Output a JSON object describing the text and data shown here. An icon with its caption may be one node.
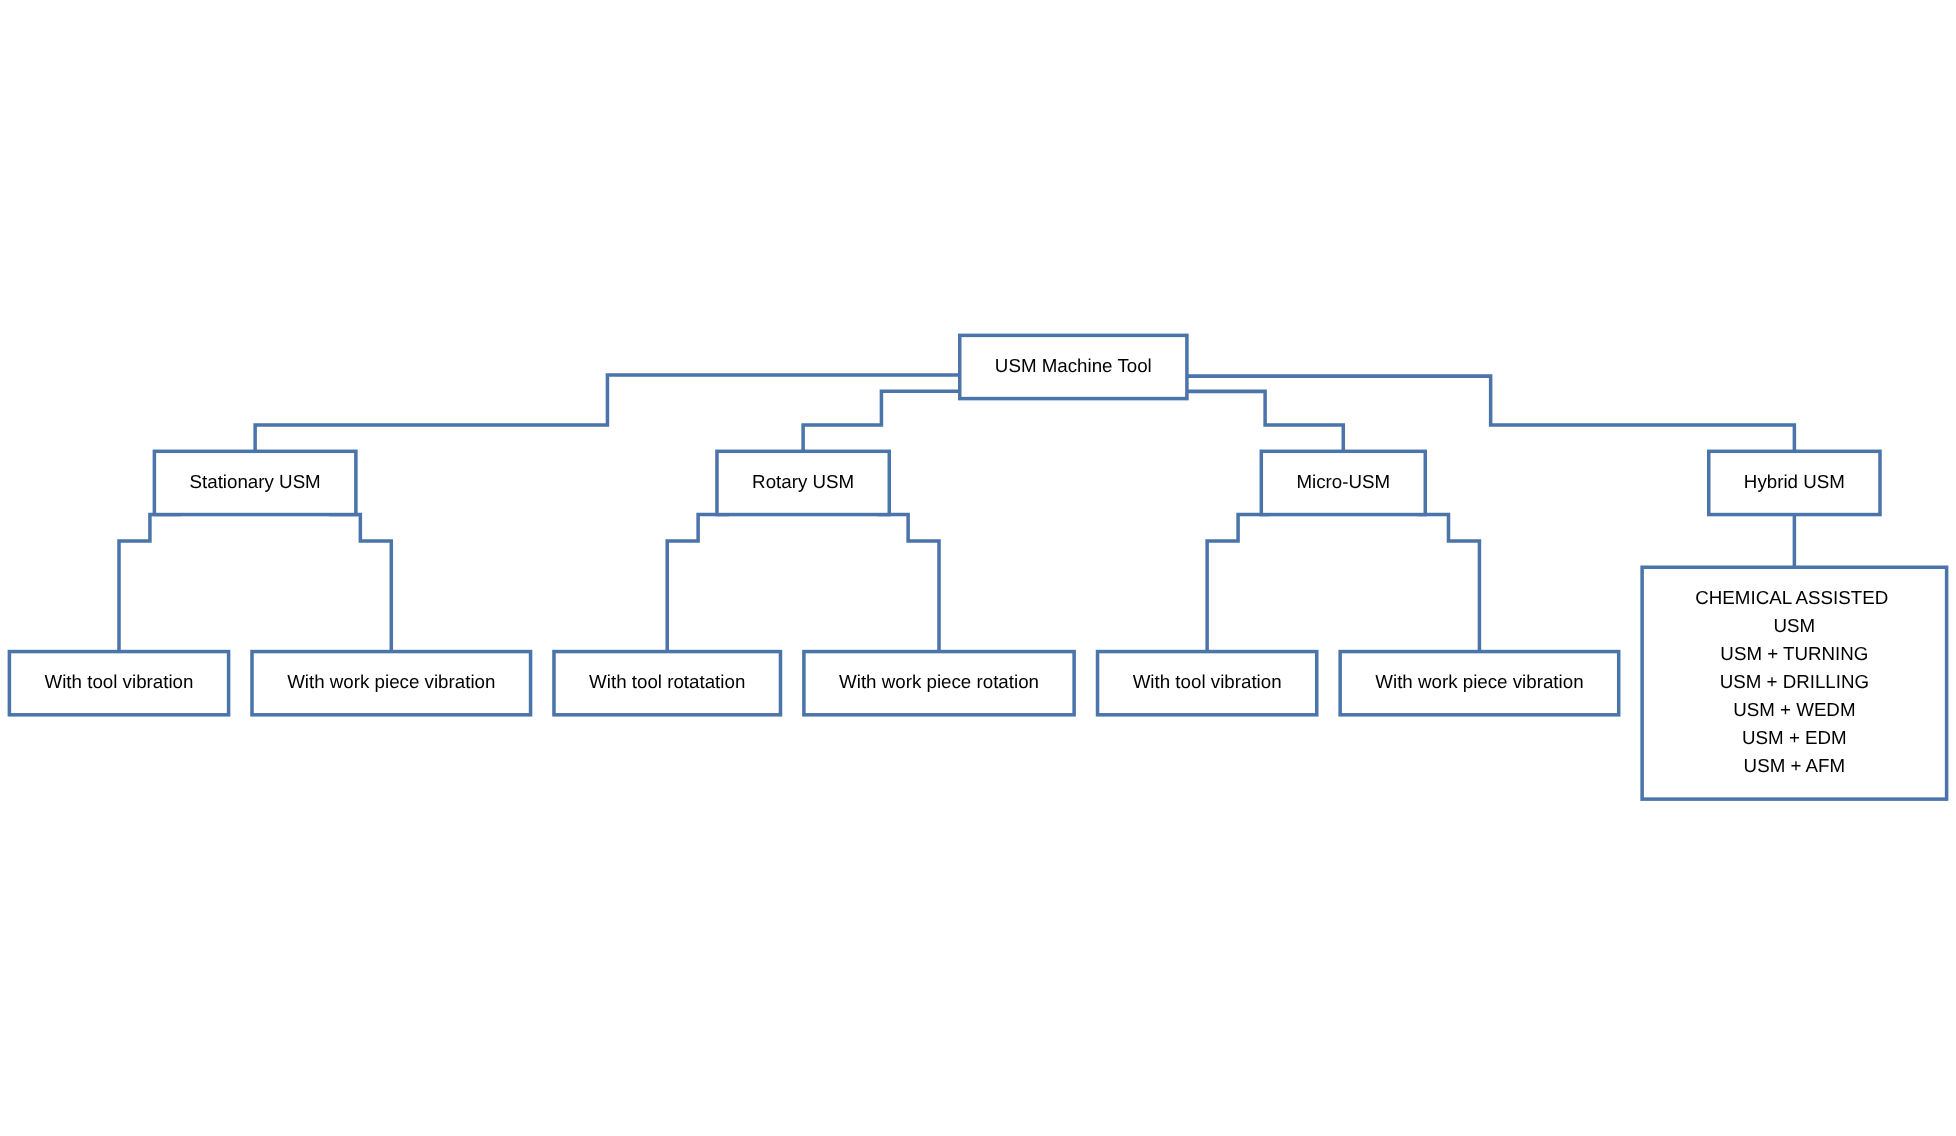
{
  "diagram": {
    "nodes": [
      {
        "text": [
          "USM Machine Tool"
        ]
      },
      {
        "text": [
          "Stationary USM"
        ]
      },
      {
        "text": [
          "Rotary USM"
        ]
      },
      {
        "text": [
          "Micro-USM"
        ]
      },
      {
        "text": [
          "Hybrid USM"
        ]
      },
      {
        "text": [
          "With tool vibration"
        ]
      },
      {
        "text": [
          "With work piece vibration"
        ]
      },
      {
        "text": [
          "With tool rotatation"
        ]
      },
      {
        "text": [
          "With work piece rotation"
        ]
      },
      {
        "text": [
          "With tool vibration"
        ]
      },
      {
        "text": [
          "With work piece vibration"
        ]
      },
      {
        "text": [
          "CHEMICAL ASSISTED USM",
          "USM + TURNING",
          "USM + DRILLING",
          "USM + WEDM",
          "USM + EDM",
          "USM + AFM"
        ]
      }
    ],
    "edges": [
      {
        "from": 0,
        "to": 1,
        "arrow": "none"
      },
      {
        "from": 0,
        "to": 2,
        "arrow": "none"
      },
      {
        "from": 0,
        "to": 3,
        "arrow": "none"
      },
      {
        "from": 0,
        "to": 4,
        "arrow": "none"
      },
      {
        "from": 1,
        "to": 5,
        "arrow": "none"
      },
      {
        "from": 1,
        "to": 6,
        "arrow": "none"
      },
      {
        "from": 2,
        "to": 7,
        "arrow": "none"
      },
      {
        "from": 2,
        "to": 8,
        "arrow": "none"
      },
      {
        "from": 3,
        "to": 9,
        "arrow": "none"
      },
      {
        "from": 3,
        "to": 10,
        "arrow": "none"
      },
      {
        "from": 4,
        "to": 11,
        "arrow": "none"
      }
    ]
  }
}
